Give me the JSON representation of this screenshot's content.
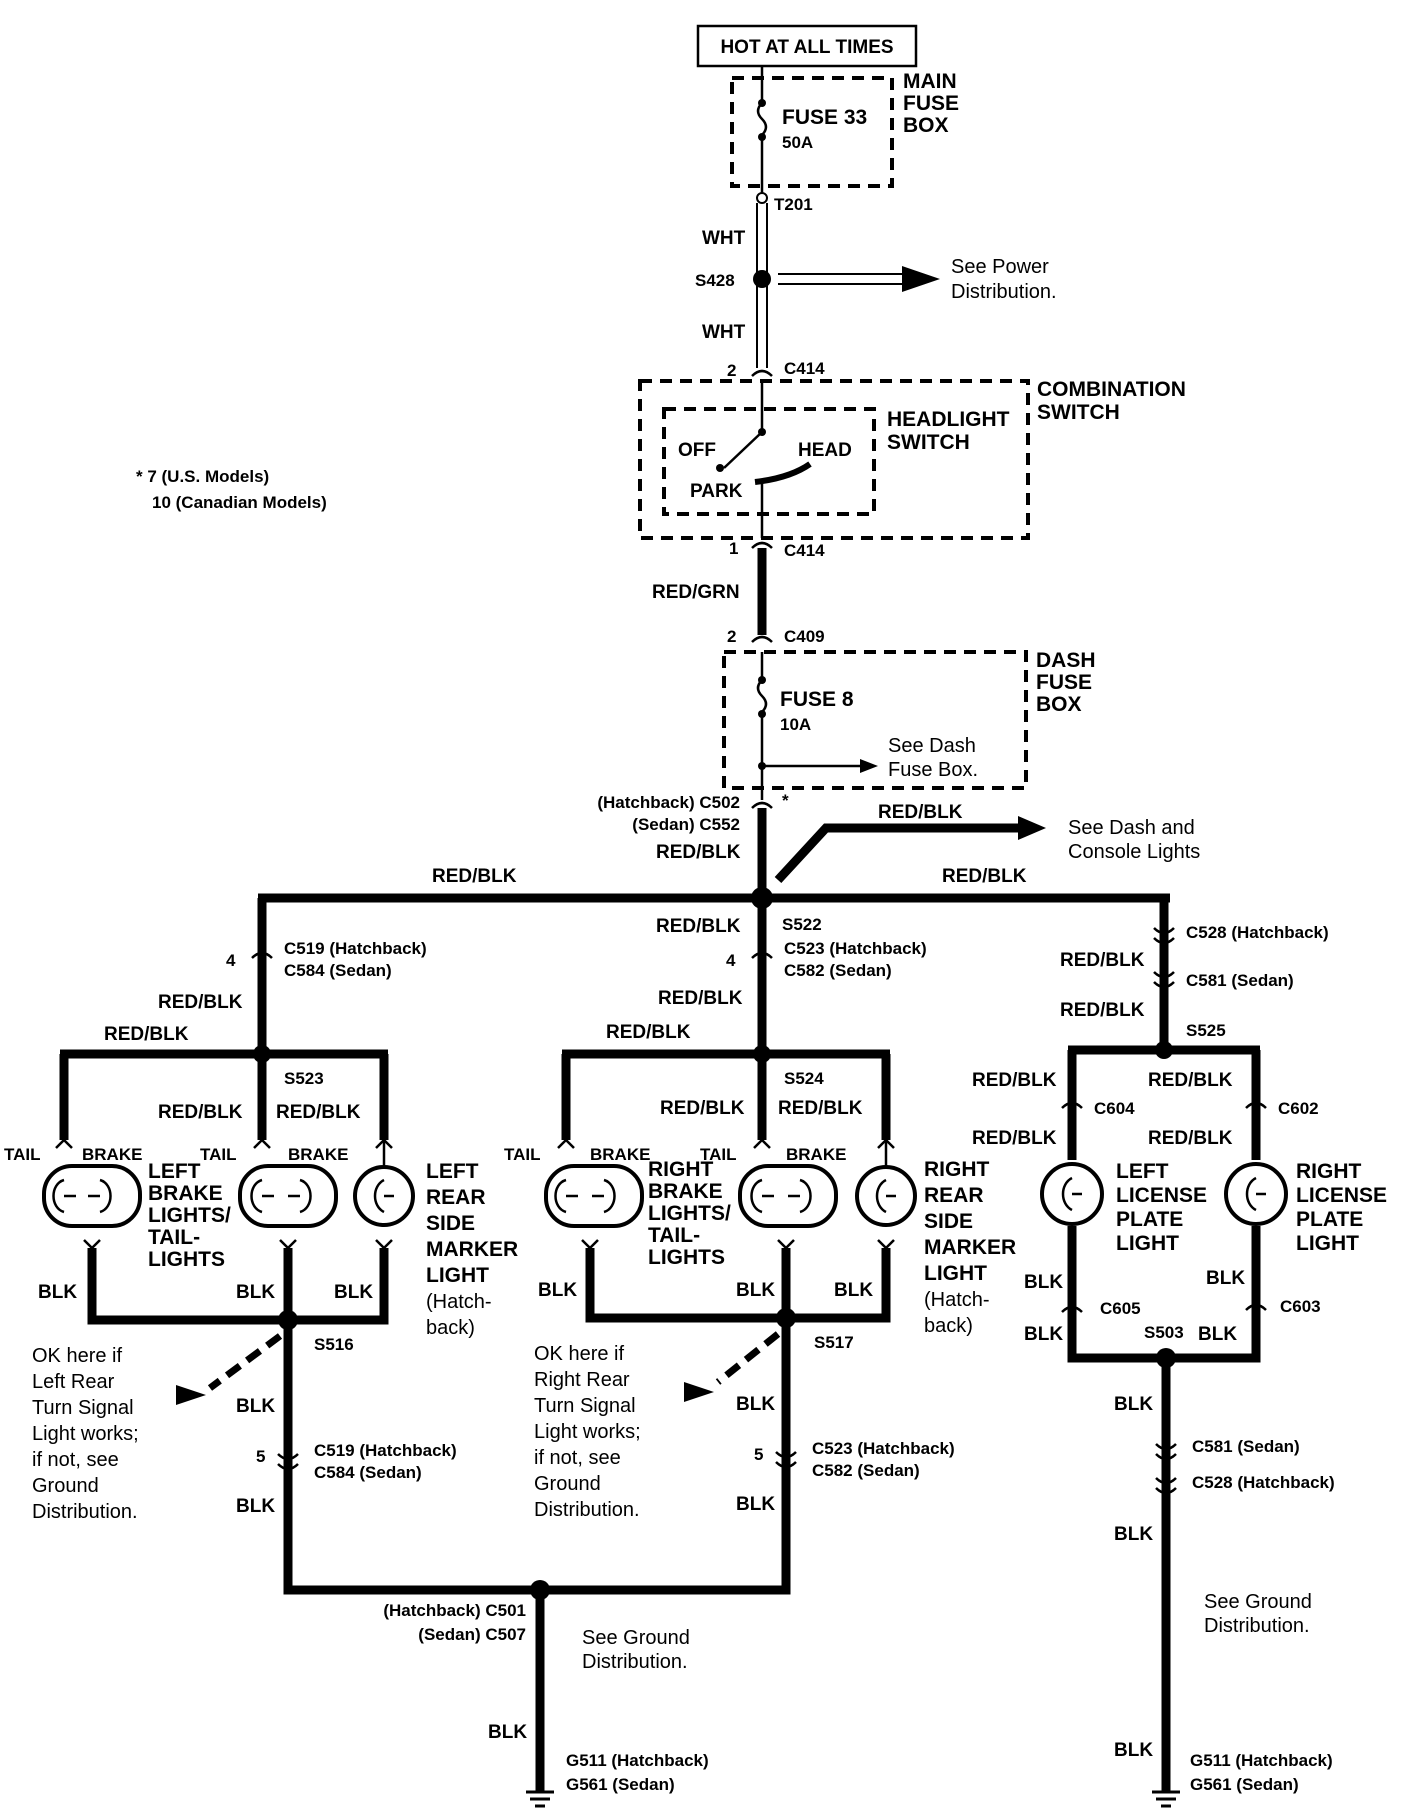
{
  "source": {
    "label": "HOT AT ALL TIMES"
  },
  "main_fuse_box": {
    "title": [
      "MAIN",
      "FUSE",
      "BOX"
    ],
    "fuse_name": "FUSE 33",
    "fuse_rating": "50A",
    "terminal": "T201"
  },
  "wires": {
    "wht": "WHT",
    "red_grn": "RED/GRN",
    "red_blk": "RED/BLK",
    "blk": "BLK"
  },
  "splices": {
    "s428": "S428",
    "s522": "S522",
    "s523": "S523",
    "s524": "S524",
    "s525": "S525",
    "s516": "S516",
    "s517": "S517",
    "s503": "S503"
  },
  "refs": {
    "power_distribution": [
      "See Power",
      "Distribution."
    ],
    "dash_fuse_box": [
      "See Dash",
      "Fuse Box."
    ],
    "dash_console": [
      "See Dash and",
      "Console Lights"
    ],
    "ground_distribution": [
      "See Ground",
      "Distribution."
    ]
  },
  "connectors": {
    "c414_top": {
      "pin": "2",
      "name": "C414"
    },
    "c414_bottom": {
      "pin": "1",
      "name": "C414"
    },
    "c409": {
      "pin": "2",
      "name": "C409"
    },
    "c502": "(Hatchback) C502",
    "c552": "(Sedan) C552",
    "c519": "C519 (Hatchback)",
    "c584": "C584 (Sedan)",
    "c523": "C523 (Hatchback)",
    "c582": "C582 (Sedan)",
    "c528": "C528 (Hatchback)",
    "c581": "C581 (Sedan)",
    "c604": "C604",
    "c602": "C602",
    "c605": "C605",
    "c603": "C603",
    "c501": "(Hatchback) C501",
    "c507": "(Sedan) C507",
    "pin4": "4",
    "pin5": "5",
    "asterisk": "*"
  },
  "combination_switch": {
    "title": [
      "COMBINATION",
      "SWITCH"
    ],
    "headlight": [
      "HEADLIGHT",
      "SWITCH"
    ],
    "off": "OFF",
    "head": "HEAD",
    "park": "PARK"
  },
  "footnote": [
    "* 7 (U.S. Models)",
    "10 (Canadian Models)"
  ],
  "dash_fuse_box": {
    "title": [
      "DASH",
      "FUSE",
      "BOX"
    ],
    "fuse_name": "FUSE 8",
    "fuse_rating": "10A"
  },
  "lights": {
    "tail": "TAIL",
    "brake": "BRAKE",
    "left_brake": [
      "LEFT",
      "BRAKE",
      "LIGHTS/",
      "TAIL-",
      "LIGHTS"
    ],
    "right_brake": [
      "RIGHT",
      "BRAKE",
      "LIGHTS/",
      "TAIL-",
      "LIGHTS"
    ],
    "left_marker": [
      "LEFT",
      "REAR",
      "SIDE",
      "MARKER",
      "LIGHT",
      "(Hatch-",
      "back)"
    ],
    "right_marker": [
      "RIGHT",
      "REAR",
      "SIDE",
      "MARKER",
      "LIGHT",
      "(Hatch-",
      "back)"
    ],
    "left_license": [
      "LEFT",
      "LICENSE",
      "PLATE",
      "LIGHT"
    ],
    "right_license": [
      "RIGHT",
      "LICENSE",
      "PLATE",
      "LIGHT"
    ]
  },
  "ok_notes": {
    "left": [
      "OK here if",
      "Left Rear",
      "Turn Signal",
      "Light works;",
      "if not, see",
      "Ground",
      "Distribution."
    ],
    "right": [
      "OK here if",
      "Right Rear",
      "Turn Signal",
      "Light works;",
      "if not, see",
      "Ground",
      "Distribution."
    ]
  },
  "grounds": {
    "g511": "G511 (Hatchback)",
    "g561": "G561 (Sedan)"
  }
}
